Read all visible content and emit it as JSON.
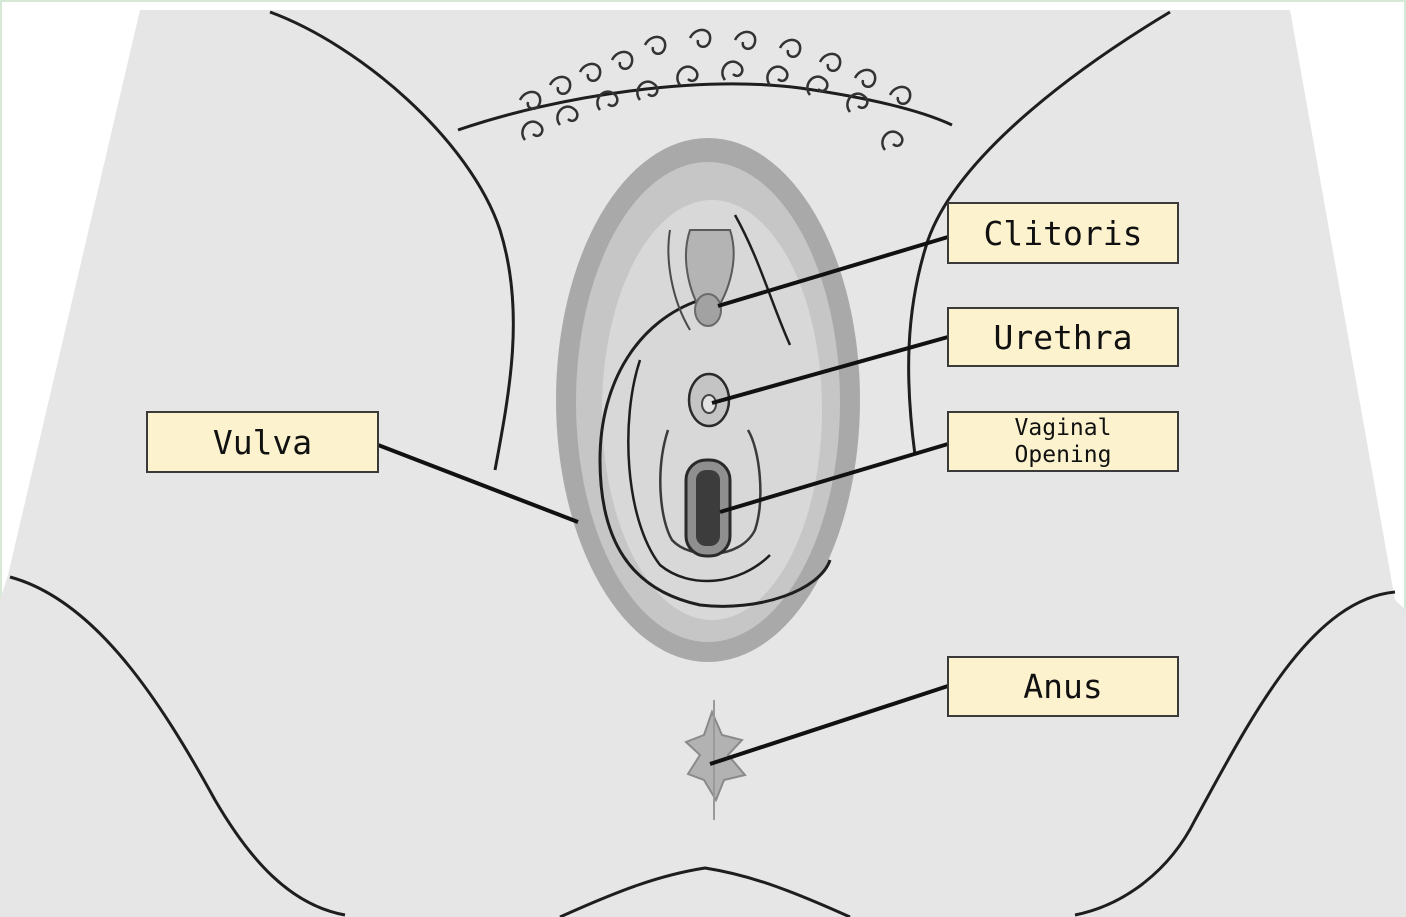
{
  "labels": {
    "clitoris": "Clitoris",
    "urethra": "Urethra",
    "vaginal_opening_line1": "Vaginal",
    "vaginal_opening_line2": "Opening",
    "vulva": "Vulva",
    "anus": "Anus"
  },
  "colors": {
    "body_fill": "#e6e6e6",
    "outline": "#1e1e1e",
    "label_fill": "#fcf3ce",
    "label_border": "#3a3a3a",
    "leader_line": "#111111",
    "vulva_outer": "#a9a9a9",
    "vulva_inner": "#cfcfcf",
    "canal_dark": "#3c3c3c"
  }
}
